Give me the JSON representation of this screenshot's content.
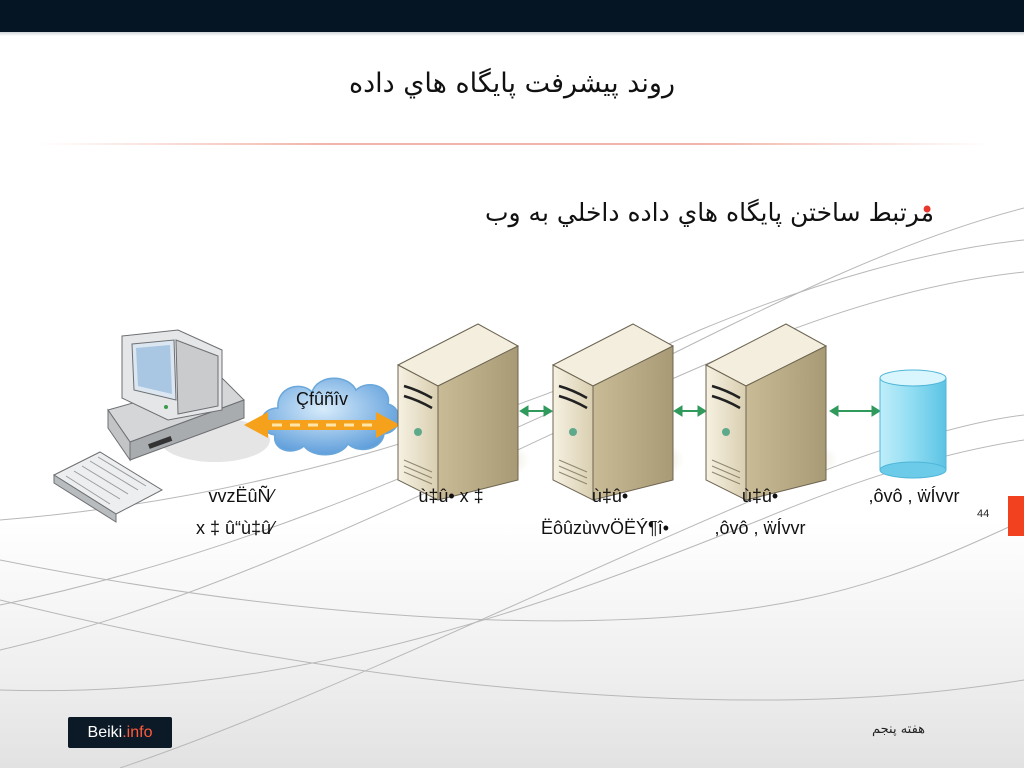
{
  "slide": {
    "title": "روند پيشرفت پايگاه هاي داده",
    "bullet": "مرتبط ساختن پايگاه هاي داده داخلي به وب",
    "bullet_marker": "•",
    "page_number": "44",
    "footer_text": "هفته پنجم",
    "logo": {
      "brand": "Beiki",
      "suffix": ".info"
    }
  },
  "diagram": {
    "cloud_label": "Çfûñîv",
    "labels": {
      "client_line1": "vvzËûÑ⁄",
      "client_line2": "x ‡ û“ù‡û⁄",
      "server1": "ù‡û•   x ‡",
      "server2_line1": "ù‡û•",
      "server2_line2": "ËôûzùvvÖËÝ¶î•",
      "server3_line1": "ù‡û•",
      "server3_line2": ",ôvô , ẅÍvvr",
      "database": ",ôvô , ẅÍvvr"
    },
    "icons": [
      "computer-icon",
      "keyboard-icon",
      "cloud-icon",
      "server-icon",
      "server-icon",
      "server-icon",
      "database-icon"
    ]
  },
  "colors": {
    "top_bar": "#061523",
    "accent_red": "#f2411f",
    "arrow_orange": "#f5a11c",
    "arrow_green": "#2f9a5c",
    "server_beige": "#e6ddc4",
    "database_blue": "#7fd4ee"
  }
}
